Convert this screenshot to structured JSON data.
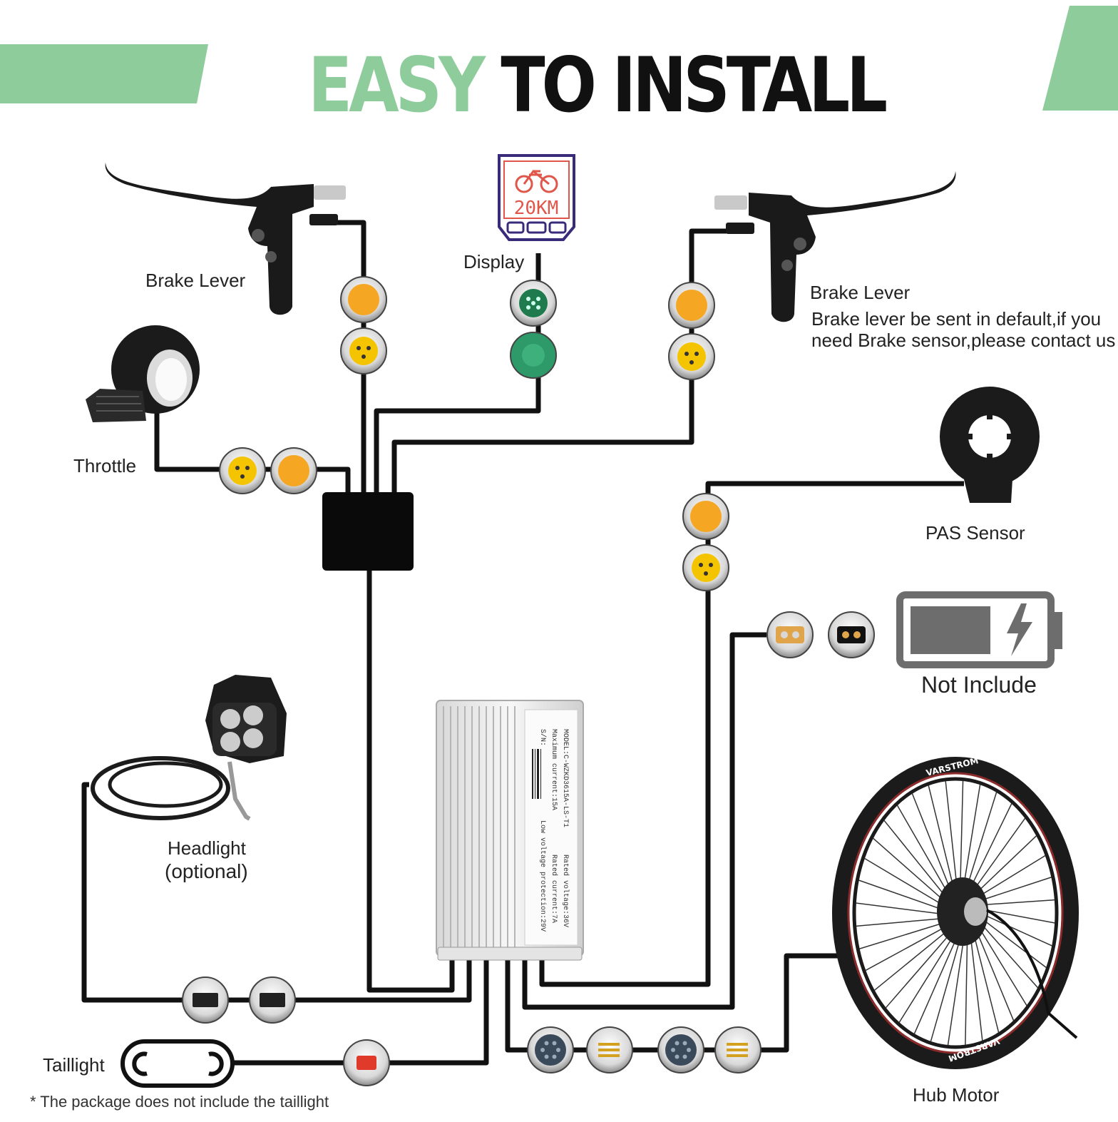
{
  "title": {
    "part1": "EASY",
    "part2": "TO INSTALL"
  },
  "colors": {
    "accent_green": "#8fcc9c",
    "wire": "#111111",
    "connector_yellow": "#f5c400",
    "connector_orange": "#f5a623",
    "connector_green": "#2e9a6a",
    "display_border": "#3a2a7a",
    "display_text": "#e0564a",
    "battery_gray": "#6d6d6d"
  },
  "display": {
    "screen_text": "20KM",
    "label": "Display"
  },
  "components": {
    "brake_lever_left": "Brake Lever",
    "brake_lever_right": "Brake Lever",
    "brake_note_line1": "Brake lever be sent in default,if you",
    "brake_note_line2": "need Brake sensor,please contact us",
    "throttle": "Throttle",
    "pas_sensor": "PAS Sensor",
    "battery": "Not Include",
    "headlight_line1": "Headlight",
    "headlight_line2": "(optional)",
    "taillight": "Taillight",
    "taillight_note": "* The package does not include the taillight",
    "hub_motor": "Hub Motor"
  },
  "controller": {
    "model": "MODEL:C-WZKD3615A-LS-T1",
    "max_current": "Maximum current:15A",
    "sn": "S/N:",
    "rated_voltage": "Rated voltage:36V",
    "rated_current": "Rated current:7A",
    "low_voltage": "Low voltage protection:29V"
  },
  "wheel": {
    "brand": "VARSTROM"
  }
}
